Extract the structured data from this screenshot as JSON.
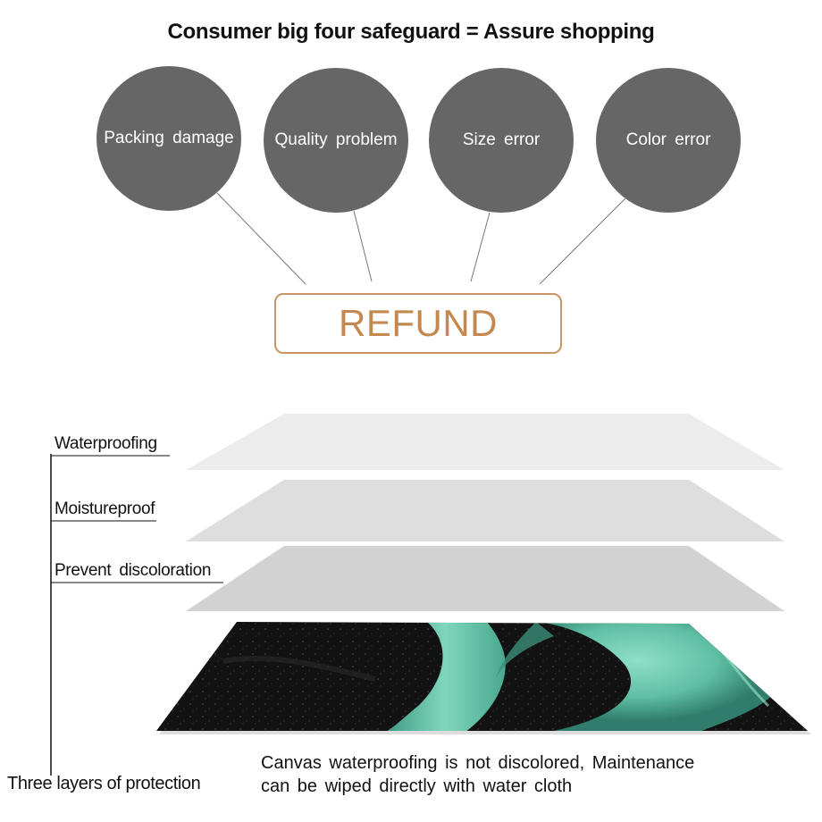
{
  "title": "Consumer big four safeguard = Assure shopping",
  "safeguards": [
    {
      "label": "Packing  damage"
    },
    {
      "label": "Quality  problem"
    },
    {
      "label": "Size  error"
    },
    {
      "label": "Color  error"
    }
  ],
  "refund_label": "REFUND",
  "layers": [
    {
      "label": "Waterproofing"
    },
    {
      "label": "Moistureproof"
    },
    {
      "label": "Prevent  discoloration"
    }
  ],
  "protection_label": "Three layers of protection",
  "caption": {
    "line1": "Canvas  waterproofing  is  not  discolored,  Maintenance",
    "line2": "can  be  wiped  directly  with  water  cloth"
  },
  "colors": {
    "circle": "#666666",
    "refund_accent": "#c4894f",
    "layer1": "#ececec",
    "layer2": "#dedede",
    "layer3": "#d2d2d2",
    "canvas_green": "#5fbea4",
    "canvas_dark": "#121212"
  }
}
